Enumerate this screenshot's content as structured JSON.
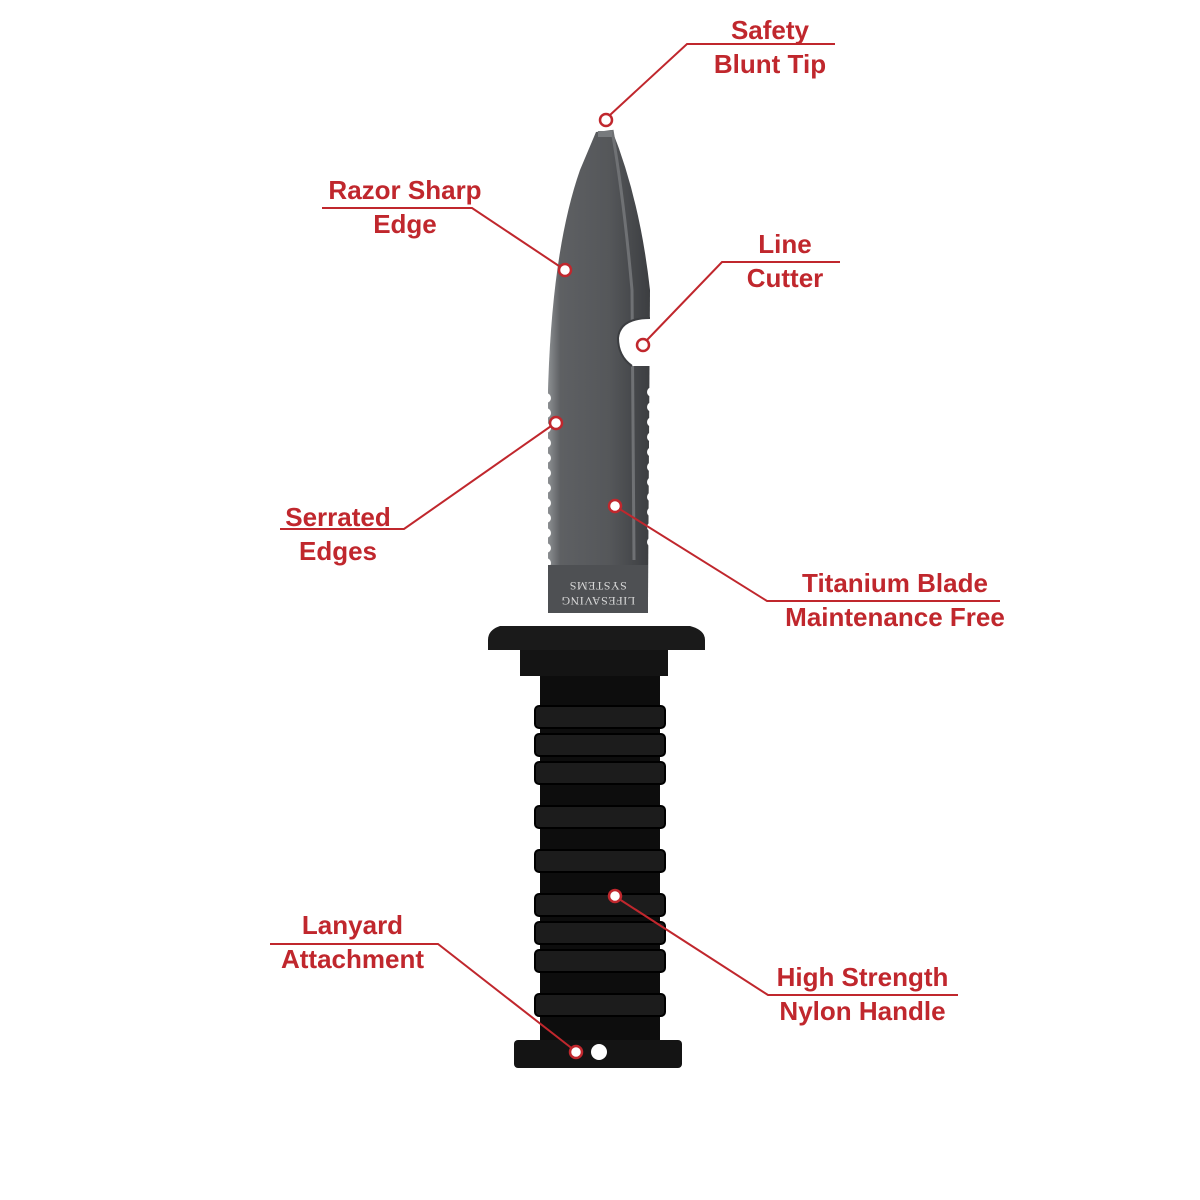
{
  "colors": {
    "accent": "#c0272d",
    "blade": "#5b5d60",
    "blade_dark": "#3c3e41",
    "blade_light": "#8c8f92",
    "handle": "#111111",
    "background": "#ffffff"
  },
  "brand": {
    "line1": "LIFESAVING",
    "line2": "SYSTEMS"
  },
  "callouts": {
    "safety_tip": {
      "line1": "Safety",
      "line2": "Blunt Tip"
    },
    "razor_edge": {
      "line1": "Razor Sharp",
      "line2": "Edge"
    },
    "line_cutter": {
      "line1": "Line",
      "line2": "Cutter"
    },
    "serrated": {
      "line1": "Serrated",
      "line2": "Edges"
    },
    "titanium": {
      "line1": "Titanium Blade",
      "line2": "Maintenance Free"
    },
    "lanyard": {
      "line1": "Lanyard",
      "line2": "Attachment"
    },
    "handle": {
      "line1": "High Strength",
      "line2": "Nylon Handle"
    }
  }
}
